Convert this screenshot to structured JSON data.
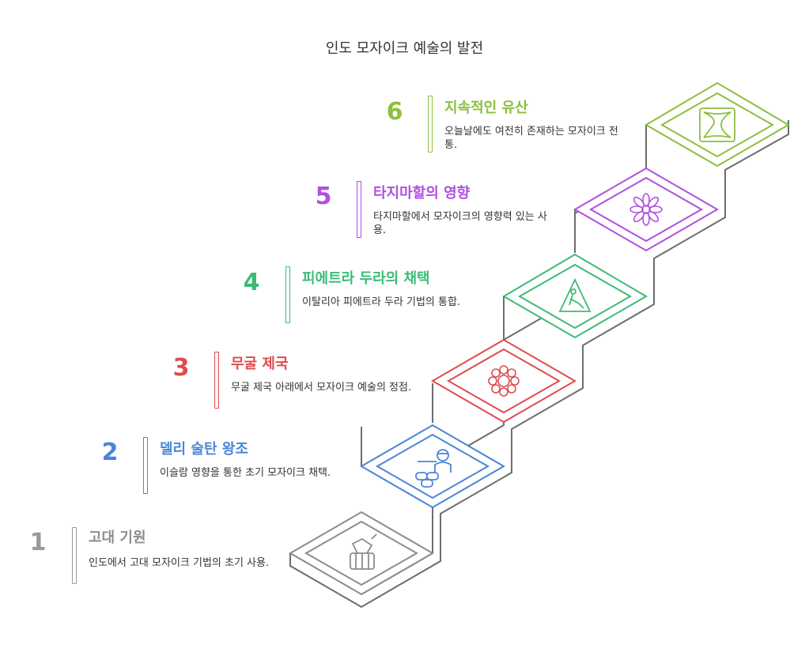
{
  "title": "인도 모자이크 예술의 발전",
  "steps": [
    {
      "number": "1",
      "title": "고대 기원",
      "desc": "인도에서 고대 모자이크 기법의 초기 사용.",
      "color": "#9a9a9a",
      "icon": "tree-stump-icon"
    },
    {
      "number": "2",
      "title": "델리 술탄 왕조",
      "desc": "이슬람 영향을 통한 초기 모자이크 채택.",
      "color": "#4a86d6",
      "icon": "soldier-icon"
    },
    {
      "number": "3",
      "title": "무굴 제국",
      "desc": "무굴 제국 아래에서 모자이크 예술의 정점.",
      "color": "#de4c4c",
      "icon": "ornament-icon"
    },
    {
      "number": "4",
      "title": "피에트라 두라의 채택",
      "desc": "이탈리아 피에트라 두라 기법의 통합.",
      "color": "#3dbb76",
      "icon": "worker-sign-icon"
    },
    {
      "number": "5",
      "title": "타지마할의 영향",
      "desc": "타지마할에서 모자이크의 영향력 있는 사용.",
      "color": "#b04fe0",
      "icon": "flower-icon"
    },
    {
      "number": "6",
      "title": "지속적인 유산",
      "desc": "오늘날에도 여전히 존재하는 모자이크 전통.",
      "color": "#8cbf3c",
      "icon": "pattern-tile-icon"
    }
  ]
}
